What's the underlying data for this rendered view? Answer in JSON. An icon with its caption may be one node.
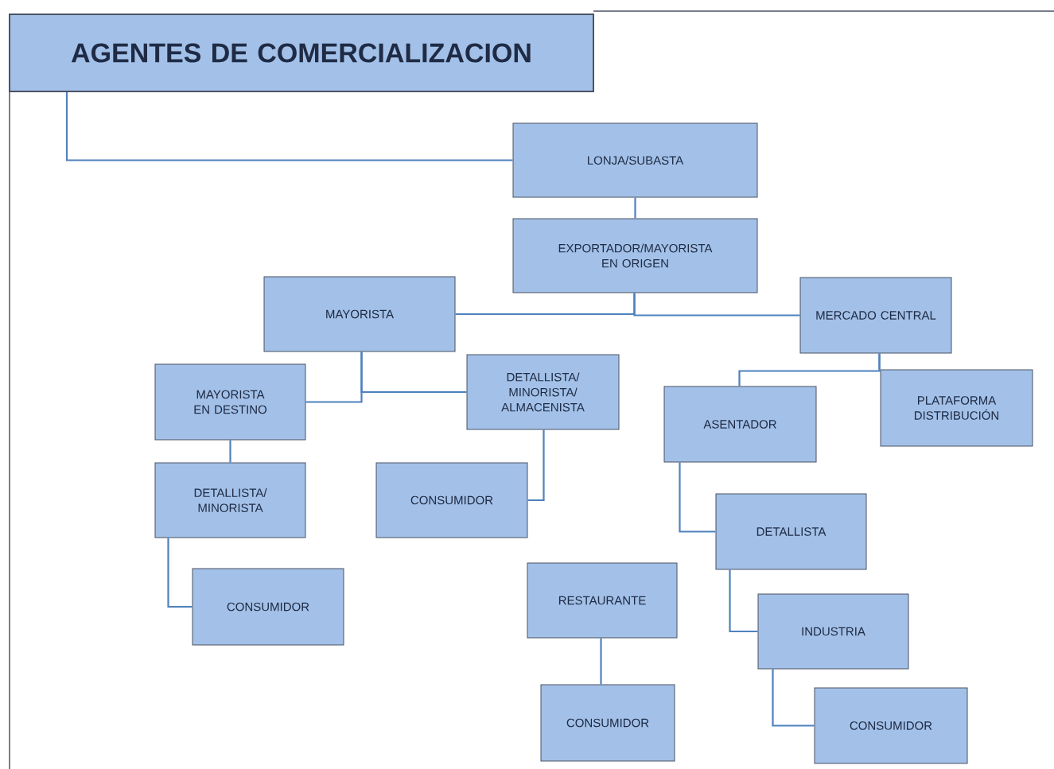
{
  "diagram": {
    "nodes": [
      {
        "text": [
          "AGENTES DE COMERCIALIZACION"
        ]
      },
      {
        "text": [
          "LONJA/SUBASTA"
        ]
      },
      {
        "text": [
          "EXPORTADOR/MAYORISTA EN ORIGEN"
        ]
      },
      {
        "text": [
          "MAYORISTA"
        ]
      },
      {
        "text": [
          "MERCADO CENTRAL"
        ]
      },
      {
        "text": [
          "MAYORISTA EN DESTINO"
        ]
      },
      {
        "text": [
          "DETALLISTA/ MINORISTA/ ALMACENISTA"
        ]
      },
      {
        "text": [
          "PLATAFORMA DISTRIBUCIÓN"
        ]
      },
      {
        "text": [
          "ASENTADOR"
        ]
      },
      {
        "text": [
          "DETALLISTA/ MINORISTA"
        ]
      },
      {
        "text": [
          "CONSUMIDOR"
        ]
      },
      {
        "text": [
          "DETALLISTA"
        ]
      },
      {
        "text": [
          "CONSUMIDOR"
        ]
      },
      {
        "text": [
          "RESTAURANTE"
        ]
      },
      {
        "text": [
          "INDUSTRIA"
        ]
      },
      {
        "text": [
          "CONSUMIDOR"
        ]
      },
      {
        "text": [
          "CONSUMIDOR"
        ]
      }
    ],
    "edges": [
      {
        "from": 0,
        "to": 1,
        "arrow": "none"
      },
      {
        "from": 1,
        "to": 2,
        "arrow": "none"
      },
      {
        "from": 2,
        "to": 3,
        "arrow": "none"
      },
      {
        "from": 2,
        "to": 4,
        "arrow": "none"
      },
      {
        "from": 3,
        "to": 5,
        "arrow": "none"
      },
      {
        "from": 3,
        "to": 6,
        "arrow": "none"
      },
      {
        "from": 4,
        "to": 8,
        "arrow": "none"
      },
      {
        "from": 4,
        "to": 7,
        "arrow": "none"
      },
      {
        "from": 5,
        "to": 9,
        "arrow": "none"
      },
      {
        "from": 6,
        "to": 10,
        "arrow": "none"
      },
      {
        "from": 8,
        "to": 11,
        "arrow": "none"
      },
      {
        "from": 9,
        "to": 12,
        "arrow": "none"
      },
      {
        "from": 11,
        "to": 14,
        "arrow": "none"
      },
      {
        "from": 13,
        "to": 15,
        "arrow": "none"
      },
      {
        "from": 14,
        "to": 16,
        "arrow": "none"
      }
    ]
  }
}
